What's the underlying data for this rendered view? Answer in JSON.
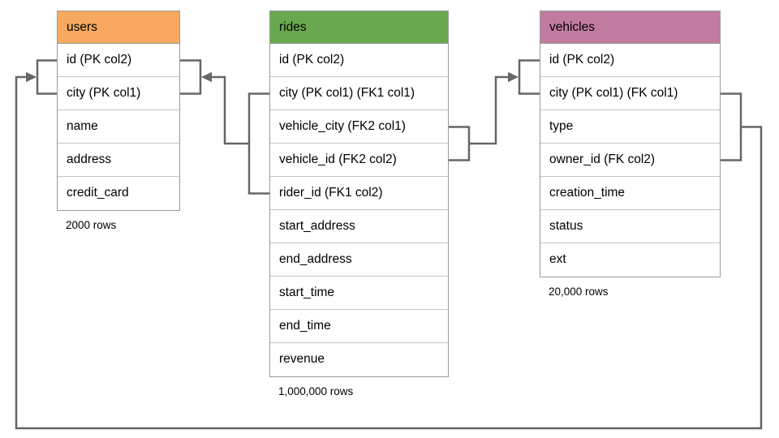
{
  "diagram": {
    "connector_color": "#666666",
    "tables": [
      {
        "name": "users",
        "header_color": "#f6a95f",
        "row_count_label": "2000 rows",
        "columns": [
          "id (PK col2)",
          "city (PK col1)",
          "name",
          "address",
          "credit_card"
        ]
      },
      {
        "name": "rides",
        "header_color": "#6aa84f",
        "row_count_label": "1,000,000 rows",
        "columns": [
          "id (PK col2)",
          "city (PK col1) (FK1 col1)",
          "vehicle_city (FK2 col1)",
          "vehicle_id (FK2 col2)",
          "rider_id (FK1 col2)",
          "start_address",
          "end_address",
          "start_time",
          "end_time",
          "revenue"
        ]
      },
      {
        "name": "vehicles",
        "header_color": "#c27ba0",
        "row_count_label": "20,000 rows",
        "columns": [
          "id (PK col2)",
          "city (PK col1) (FK col1)",
          "type",
          "owner_id (FK col2)",
          "creation_time",
          "status",
          "ext"
        ]
      }
    ],
    "relationships": [
      {
        "id": "fk1",
        "from_table": "rides",
        "from_columns": [
          "city",
          "rider_id"
        ],
        "to_table": "users",
        "to_columns": [
          "id",
          "city"
        ]
      },
      {
        "id": "fk2",
        "from_table": "rides",
        "from_columns": [
          "vehicle_city",
          "vehicle_id"
        ],
        "to_table": "vehicles",
        "to_columns": [
          "id",
          "city"
        ]
      },
      {
        "id": "fk",
        "from_table": "vehicles",
        "from_columns": [
          "city",
          "owner_id"
        ],
        "to_table": "users",
        "to_columns": [
          "id",
          "city"
        ]
      }
    ]
  }
}
